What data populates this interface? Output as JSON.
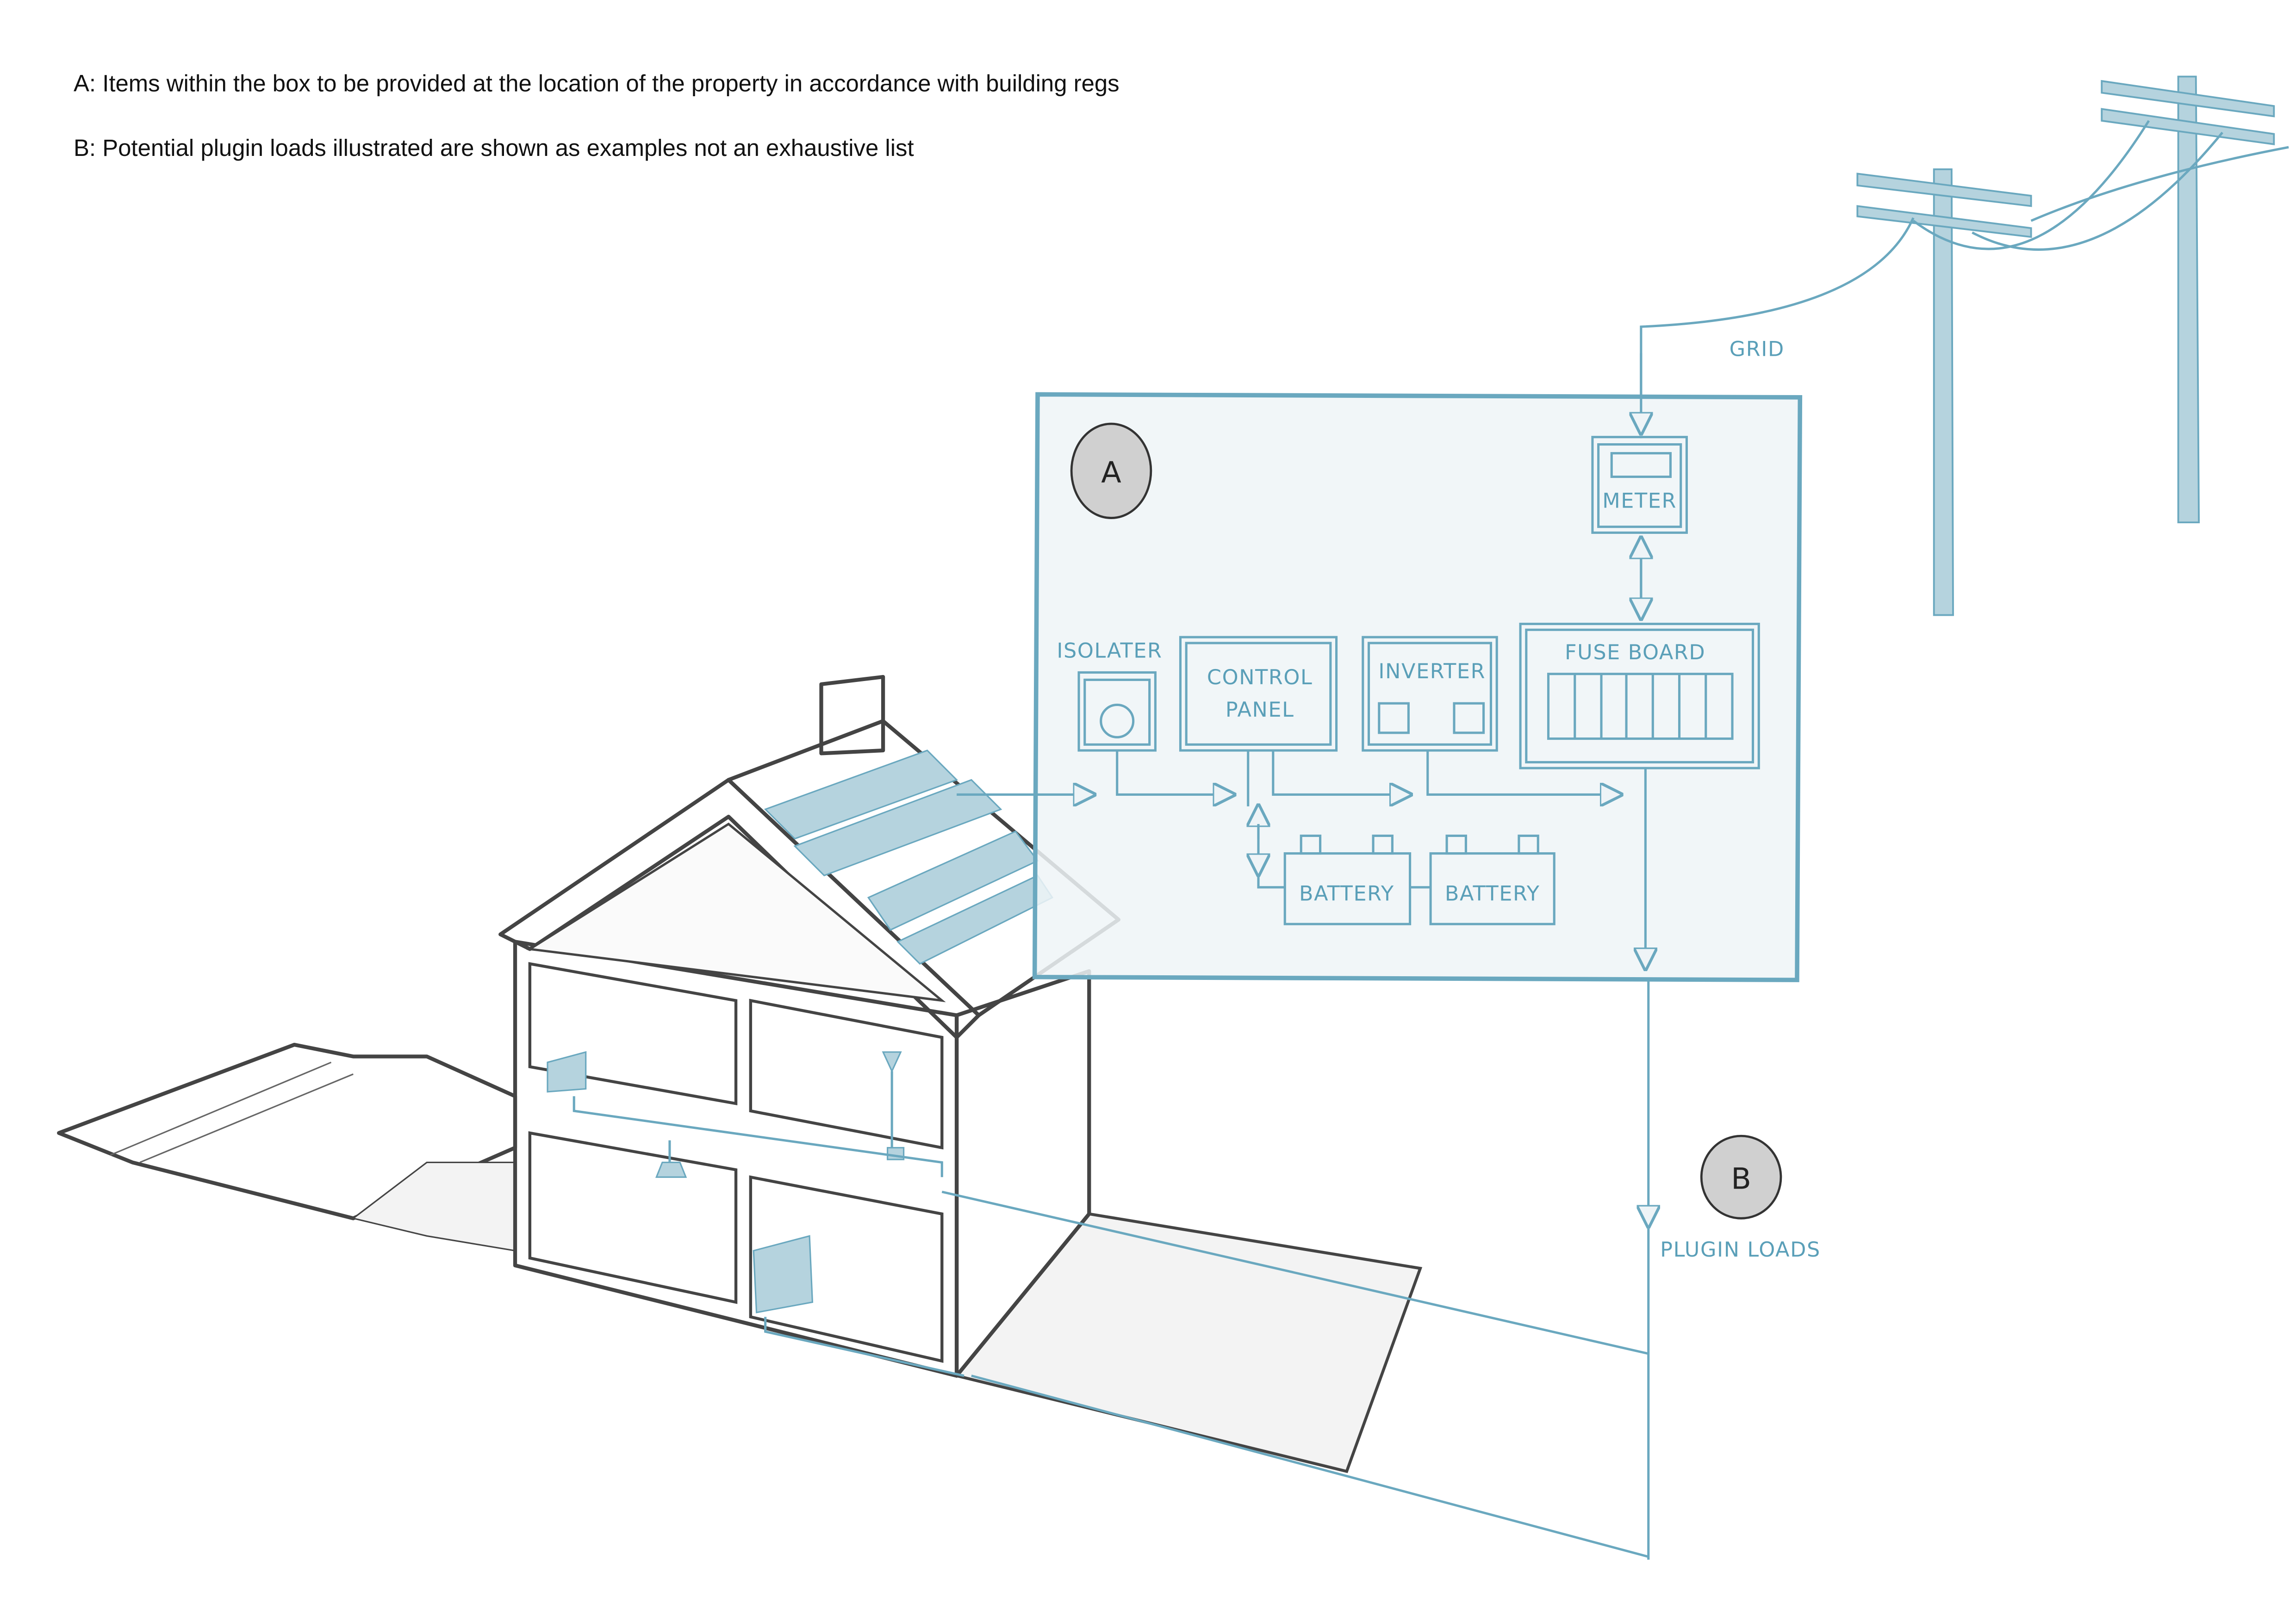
{
  "notes": {
    "a": "A: Items within the box to be provided at the location of the property in accordance with building regs",
    "b": "B: Potential plugin loads illustrated are shown as examples not an exhaustive list"
  },
  "markers": {
    "a": "A",
    "b": "B"
  },
  "labels": {
    "grid": "GRID",
    "meter": "METER",
    "isolater": "ISOLATER",
    "control_panel_1": "CONTROL",
    "control_panel_2": "PANEL",
    "inverter": "INVERTER",
    "fuse_board": "FUSE BOARD",
    "battery_1": "BATTERY",
    "battery_2": "BATTERY",
    "plugin_loads": "PLUGIN LOADS"
  },
  "colors": {
    "accent": "#6aa8bf",
    "box_fill": "#eef4f7",
    "pole": "#b5d3de",
    "marker_fill": "#d0d0d0"
  }
}
